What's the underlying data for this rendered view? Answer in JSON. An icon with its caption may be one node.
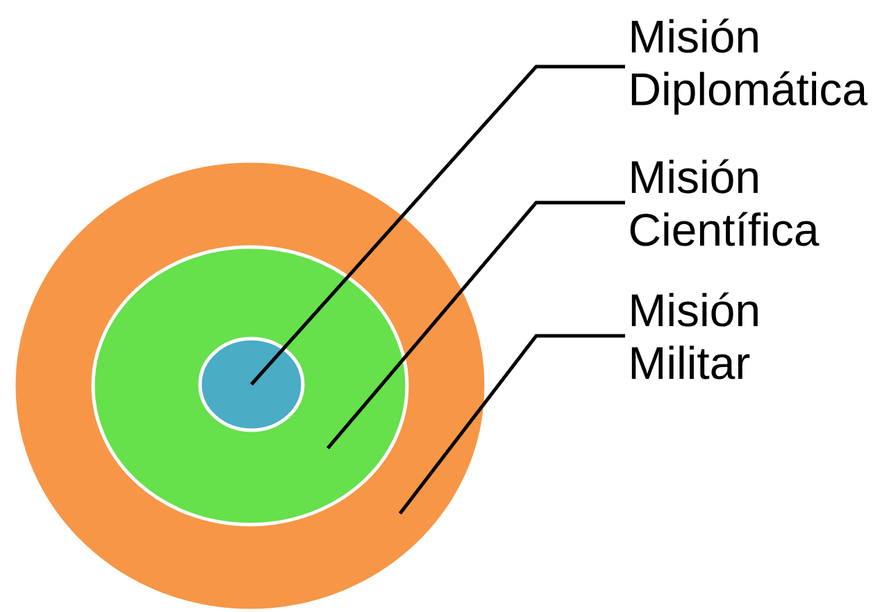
{
  "diagram": {
    "nodes": [
      {
        "text": [],
        "shape": "circle"
      },
      {
        "text": [],
        "shape": "circle",
        "in": 0
      },
      {
        "text": [],
        "shape": "circle",
        "in": 1
      },
      {
        "text": [
          "Misión Diplomática"
        ]
      },
      {
        "text": [
          "Misión Científica"
        ]
      },
      {
        "text": [
          "Misión Militar"
        ]
      }
    ],
    "edges": [
      {
        "from": 3,
        "to": 2,
        "arrow": "none"
      },
      {
        "from": 4,
        "to": 1,
        "arrow": "none"
      },
      {
        "from": 5,
        "to": 0,
        "arrow": "none"
      }
    ]
  }
}
